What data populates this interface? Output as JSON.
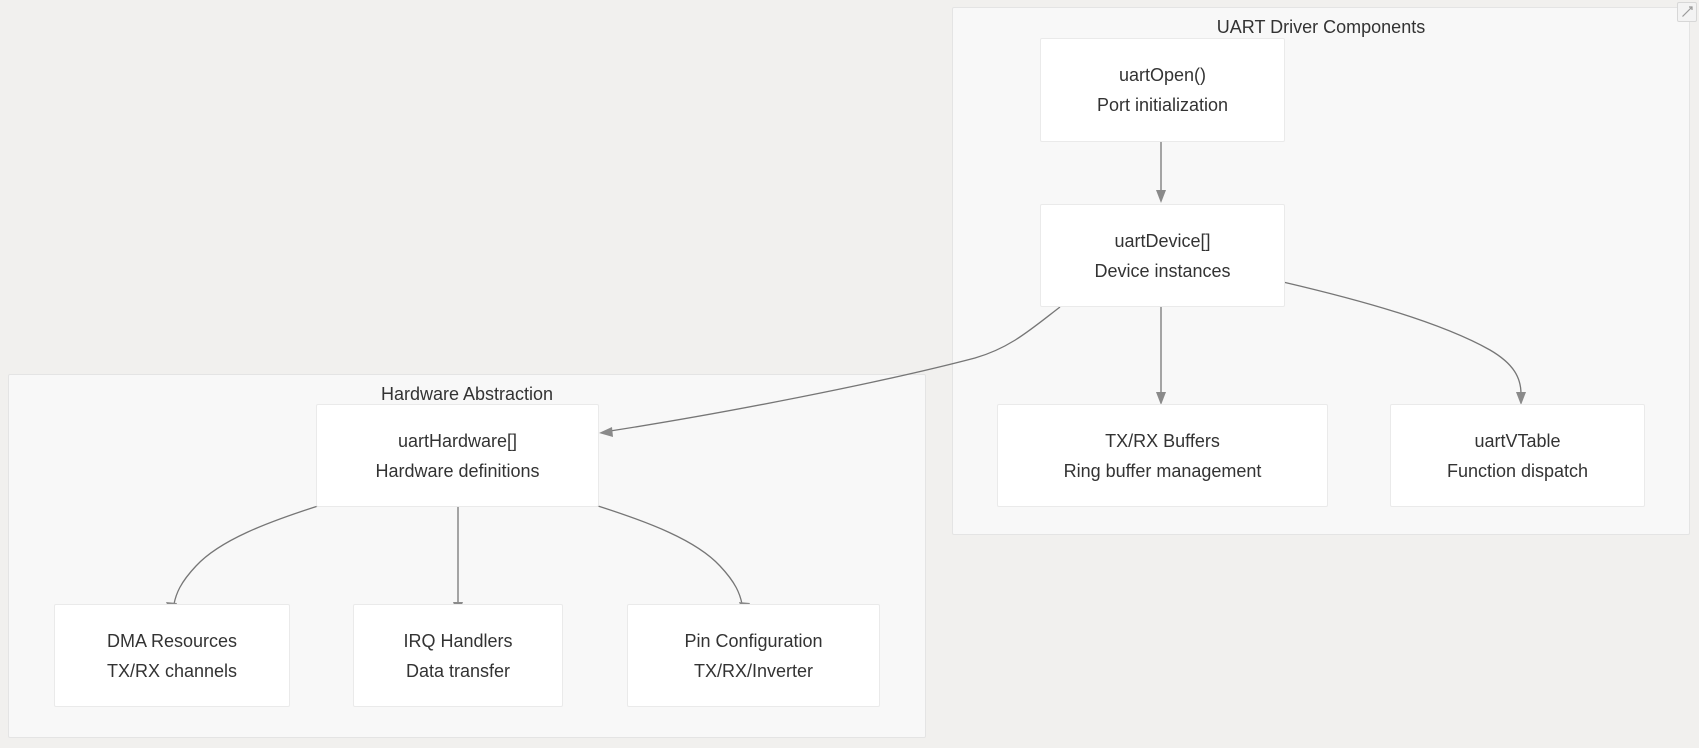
{
  "diagram": {
    "background_color": "#f1f0ee",
    "node_fill": "#ffffff",
    "node_border": "#eaeaea",
    "cluster_fill": "#f8f8f8",
    "cluster_border": "#e4e4e4",
    "edge_color": "#767676",
    "text_color": "#333333"
  },
  "clusters": [
    {
      "id": "uart-driver-components",
      "title": "UART Driver Components"
    },
    {
      "id": "hardware-abstraction",
      "title": "Hardware Abstraction"
    }
  ],
  "nodes": [
    {
      "id": "uartOpen",
      "title": "uartOpen()",
      "subtitle": "Port initialization"
    },
    {
      "id": "uartDevice",
      "title": "uartDevice[]",
      "subtitle": "Device instances"
    },
    {
      "id": "txrxBuffers",
      "title": "TX/RX Buffers",
      "subtitle": "Ring buffer management"
    },
    {
      "id": "uartVTable",
      "title": "uartVTable",
      "subtitle": "Function dispatch"
    },
    {
      "id": "uartHardware",
      "title": "uartHardware[]",
      "subtitle": "Hardware definitions"
    },
    {
      "id": "dmaResources",
      "title": "DMA Resources",
      "subtitle": "TX/RX channels"
    },
    {
      "id": "irqHandlers",
      "title": "IRQ Handlers",
      "subtitle": "Data transfer"
    },
    {
      "id": "pinConfig",
      "title": "Pin Configuration",
      "subtitle": "TX/RX/Inverter"
    }
  ],
  "edges": [
    {
      "id": "e1",
      "from": "uartOpen",
      "to": "uartDevice"
    },
    {
      "id": "e2",
      "from": "uartDevice",
      "to": "txrxBuffers"
    },
    {
      "id": "e3",
      "from": "uartDevice",
      "to": "uartVTable"
    },
    {
      "id": "e4",
      "from": "uartDevice",
      "to": "uartHardware"
    },
    {
      "id": "e5",
      "from": "uartHardware",
      "to": "dmaResources"
    },
    {
      "id": "e6",
      "from": "uartHardware",
      "to": "irqHandlers"
    },
    {
      "id": "e7",
      "from": "uartHardware",
      "to": "pinConfig"
    }
  ],
  "corner_widget": {
    "icon": "expand-icon"
  }
}
